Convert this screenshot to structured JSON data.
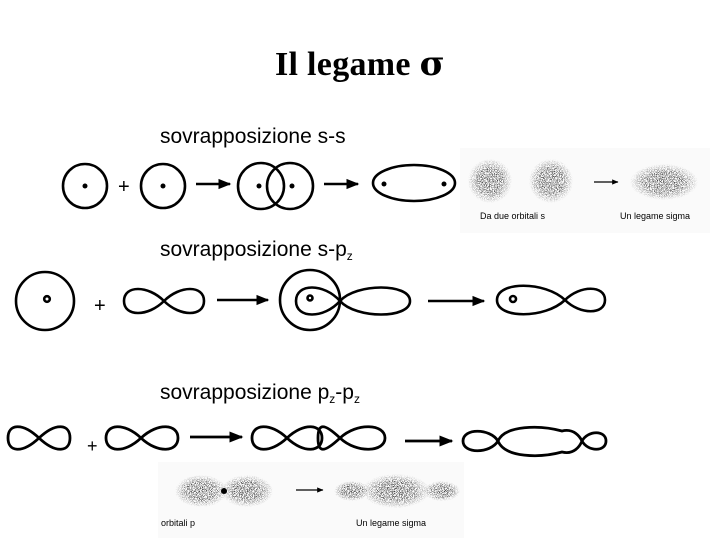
{
  "title": {
    "prefix": "Il legame ",
    "symbol": "σ"
  },
  "sections": [
    {
      "main": "sovrapposizione s-s",
      "sub1": "",
      "mid": "",
      "sub2": ""
    },
    {
      "main": "sovrapposizione s-p",
      "sub1": "z",
      "mid": "",
      "sub2": ""
    },
    {
      "main": "sovrapposizione p",
      "sub1": "z",
      "mid": "-p",
      "sub2": "z"
    }
  ],
  "plus_sign": "+",
  "captions": {
    "ss_left": "Da due orbitali s",
    "ss_right": "Un legame sigma",
    "pp_left": "orbitali p",
    "pp_right": "Un legame sigma"
  }
}
